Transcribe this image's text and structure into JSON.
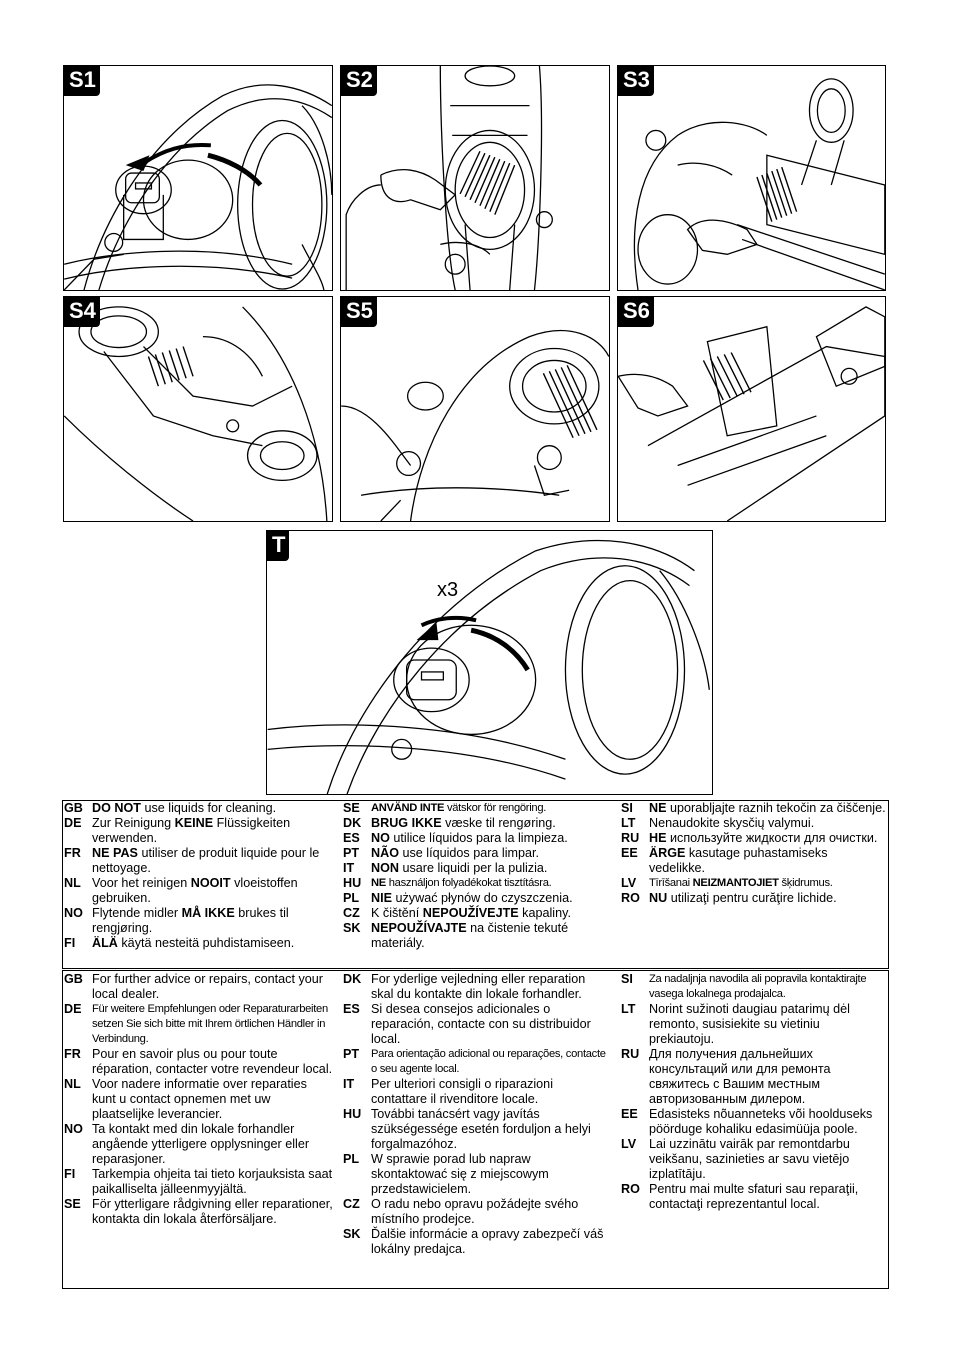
{
  "panels": [
    "S1",
    "S2",
    "S3",
    "S4",
    "S5",
    "S6",
    "T"
  ],
  "panel_t_note": "x3",
  "box1": {
    "col1": [
      {
        "cc": "GB",
        "pre": "",
        "bold": "DO NOT",
        "post": " use liquids for cleaning."
      },
      {
        "cc": "DE",
        "pre": "Zur Reinigung ",
        "bold": "KEINE",
        "post": " Flüssigkeiten verwenden."
      },
      {
        "cc": "FR",
        "pre": "",
        "bold": "NE PAS",
        "post": " utiliser de produit liquide pour le nettoyage."
      },
      {
        "cc": "NL",
        "pre": "Voor het reinigen ",
        "bold": "NOOIT",
        "post": " vloeistoffen gebruiken."
      },
      {
        "cc": "NO",
        "pre": "Flytende midler ",
        "bold": "MÅ IKKE",
        "post": " brukes til rengjøring."
      },
      {
        "cc": "FI",
        "pre": "",
        "bold": "ÄLÄ",
        "post": " käytä nesteitä puhdistamiseen."
      }
    ],
    "col2": [
      {
        "cc": "SE",
        "pre": "",
        "bold": "ANVÄND INTE",
        "post": " vätskor för rengöring."
      },
      {
        "cc": "DK",
        "pre": "",
        "bold": "BRUG IKKE",
        "post": " væske til rengøring."
      },
      {
        "cc": "ES",
        "pre": "",
        "bold": "NO",
        "post": " utilice líquidos para la limpieza."
      },
      {
        "cc": "PT",
        "pre": "",
        "bold": "NÃO",
        "post": " use líquidos para limpar."
      },
      {
        "cc": "IT",
        "pre": "",
        "bold": "NON",
        "post": " usare liquidi per la pulizia."
      },
      {
        "cc": "HU",
        "pre": "",
        "bold": "NE",
        "post": " használjon folyadékokat tisztításra."
      },
      {
        "cc": "PL",
        "pre": "",
        "bold": "NIE",
        "post": " używać płynów do czyszczenia."
      },
      {
        "cc": "CZ",
        "pre": "K čištění ",
        "bold": "NEPOUŽÍVEJTE",
        "post": " kapaliny."
      },
      {
        "cc": "SK",
        "pre": "",
        "bold": "NEPOUŽÍVAJTE",
        "post": " na čistenie tekuté materiály."
      }
    ],
    "col3": [
      {
        "cc": "SI",
        "pre": "",
        "bold": "NE",
        "post": " uporabljajte raznih tekočin za čiščenje."
      },
      {
        "cc": "LT",
        "pre": "Nenaudokite skysčių valymui.",
        "bold": "",
        "post": ""
      },
      {
        "cc": "RU",
        "pre": "",
        "bold": "НЕ",
        "post": " используйте жидкости для очистки."
      },
      {
        "cc": "EE",
        "pre": "",
        "bold": "ÄRGE",
        "post": " kasutage puhastamiseks vedelikke."
      },
      {
        "cc": "LV",
        "pre": "Tīrīšanai ",
        "bold": "NEIZMANTOJIET",
        "post": " šķidrumus."
      },
      {
        "cc": "RO",
        "pre": "",
        "bold": "NU",
        "post": " utilizaţi pentru curăţire lichide."
      }
    ]
  },
  "box2": {
    "col1": [
      {
        "cc": "GB",
        "text": "For further advice or repairs, contact your local dealer."
      },
      {
        "cc": "DE",
        "text": "Für weitere Empfehlungen oder Reparaturarbeiten setzen Sie sich bitte mit Ihrem örtlichen Händler in Verbindung."
      },
      {
        "cc": "FR",
        "text": "Pour en savoir plus ou pour toute réparation, contacter votre revendeur local."
      },
      {
        "cc": "NL",
        "text": "Voor nadere informatie over reparaties kunt u contact opnemen met uw plaatselijke leverancier."
      },
      {
        "cc": "NO",
        "text": "Ta kontakt med din lokale forhandler angående ytterligere opplysninger eller reparasjoner."
      },
      {
        "cc": "FI",
        "text": "Tarkempia ohjeita tai tieto korjauksista saat paikalliselta jälleenmyyjältä."
      },
      {
        "cc": "SE",
        "text": "För ytterligare rådgivning eller reparationer, kontakta din lokala återförsäljare."
      }
    ],
    "col2": [
      {
        "cc": "DK",
        "text": "For yderlige vejledning eller reparation skal du kontakte din lokale forhandler."
      },
      {
        "cc": "ES",
        "text": "Si desea consejos adicionales o reparación, contacte con su distribuidor local."
      },
      {
        "cc": "PT",
        "text": "Para orientação adicional ou reparações, contacte o seu agente local."
      },
      {
        "cc": "IT",
        "text": "Per ulteriori consigli o riparazioni contattare il rivenditore locale."
      },
      {
        "cc": "HU",
        "text": "További tanácsért vagy javítás szükségessége esetén forduljon a helyi forgalmazóhoz."
      },
      {
        "cc": "PL",
        "text": "W sprawie porad lub napraw skontaktować się z miejscowym przedstawicielem."
      },
      {
        "cc": "CZ",
        "text": "O radu nebo opravu požádejte svého místního prodejce."
      },
      {
        "cc": "SK",
        "text": "Ďalšie informácie a opravy zabezpečí váš lokálny predajca."
      }
    ],
    "col3": [
      {
        "cc": "SI",
        "text": "Za nadaljnja navodila ali popravila kontaktirajte vasega lokalnega prodajalca."
      },
      {
        "cc": "LT",
        "text": "Norint sužinoti daugiau patarimų dėl remonto, susisiekite su vietiniu prekiautoju."
      },
      {
        "cc": "RU",
        "text": "Для получения дальнейших консультаций или для ремонта свяжитесь с Вашим местным авторизованным дилером."
      },
      {
        "cc": "EE",
        "text": "Edasisteks nõuanneteks või hoolduseks pöörduge kohaliku edasimüüja poole."
      },
      {
        "cc": "LV",
        "text": "Lai uzzinātu vairāk par remontdarbu veikšanu, sazinieties ar savu vietējo izplatītāju."
      },
      {
        "cc": "RO",
        "text": "Pentru mai multe sfaturi sau reparaţii, contactaţi reprezentantul local."
      }
    ]
  }
}
